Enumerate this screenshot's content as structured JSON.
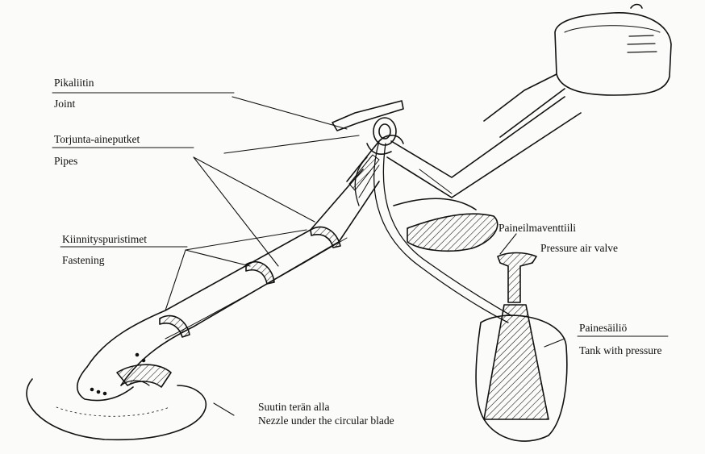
{
  "labels": {
    "joint_fi": "Pikaliitin",
    "joint_en": "Joint",
    "pipes_fi": "Torjunta-aineputket",
    "pipes_en": "Pipes",
    "fastening_fi": "Kiinnityspuristimet",
    "fastening_en": "Fastening",
    "valve_fi": "Paineilmaventtiili",
    "valve_en": "Pressure air valve",
    "tank_fi": "Painesäiliö",
    "tank_en": "Tank with pressure",
    "nozzle_fi": "Suutin terän alla",
    "nozzle_en": "Nezzle under the circular blade"
  },
  "colors": {
    "ink": "#111111",
    "paper": "#fbfbf9"
  },
  "icons": [
    "clearing-saw-drawing",
    "engine-housing",
    "pressure-tank",
    "circular-blade"
  ]
}
